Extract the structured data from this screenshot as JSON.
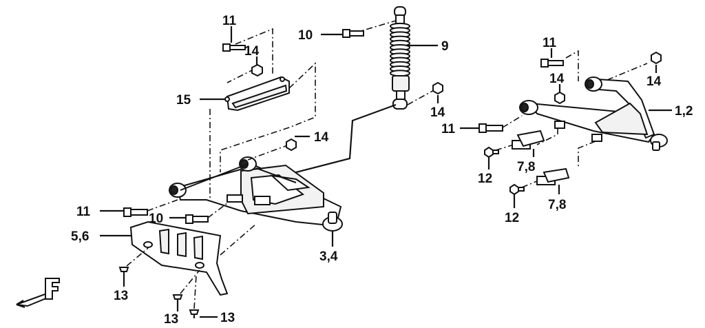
{
  "callouts": {
    "c11_a": "11",
    "c14_a": "14",
    "c15": "15",
    "c10_a": "10",
    "c9": "9",
    "c14_b": "14",
    "c14_c": "14",
    "c11_b": "11",
    "c10_b": "10",
    "c56": "5,6",
    "c34": "3,4",
    "c13_a": "13",
    "c13_b": "13",
    "c13_c": "13",
    "c11_c": "11",
    "c14_d": "14",
    "c14_e": "14",
    "c12": "1,2",
    "c11_d": "11",
    "c12_a": "12",
    "c78_a": "7,8",
    "c12_b": "12",
    "c78_b": "7,8"
  },
  "front_marker": "F",
  "colors": {
    "ink": "#111111",
    "background": "#ffffff"
  }
}
